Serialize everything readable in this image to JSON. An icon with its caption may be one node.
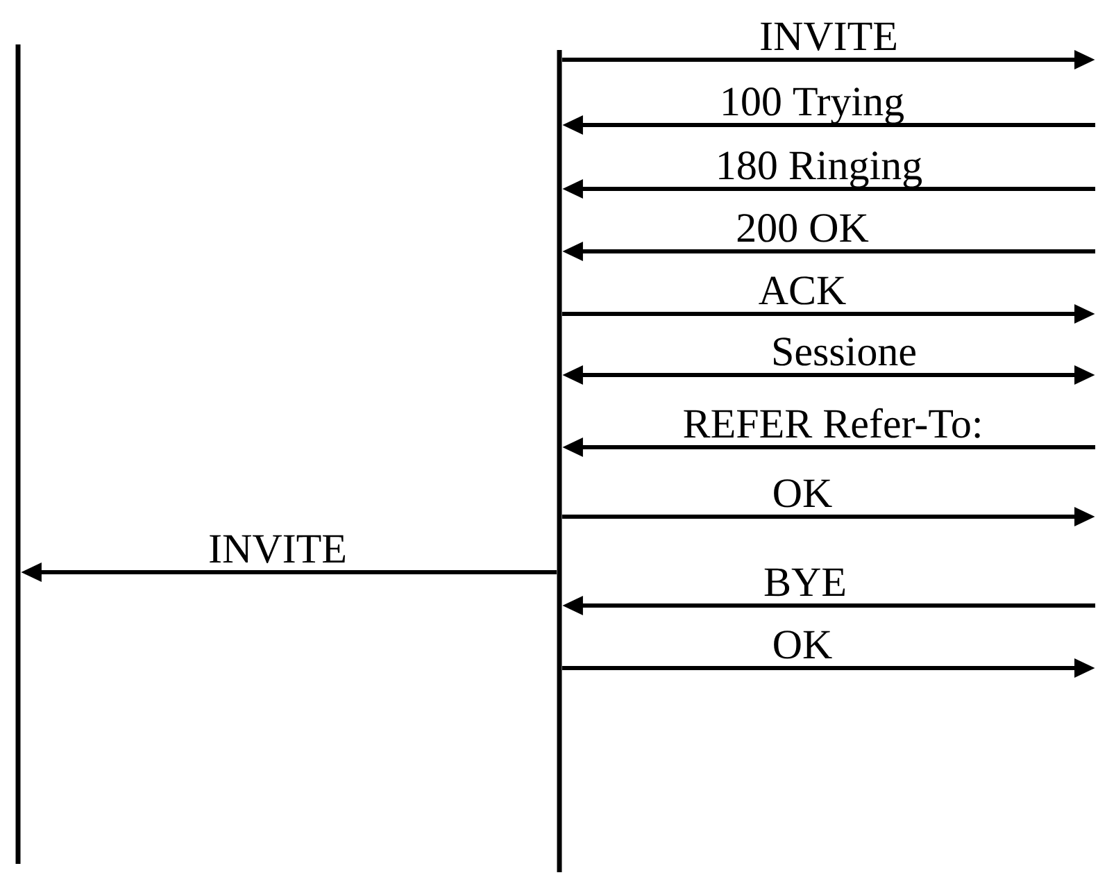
{
  "diagram": {
    "nodes": [
      {
        "text": [],
        "shape": "bar"
      },
      {
        "text": [],
        "shape": "bar"
      }
    ],
    "edges": [
      {
        "from": 1,
        "to": null,
        "arrow": "to",
        "label": "INVITE"
      },
      {
        "from": null,
        "to": 1,
        "arrow": "to",
        "label": "100 Trying"
      },
      {
        "from": null,
        "to": 1,
        "arrow": "to",
        "label": "180 Ringing"
      },
      {
        "from": null,
        "to": 1,
        "arrow": "to",
        "label": "200 OK"
      },
      {
        "from": 1,
        "to": null,
        "arrow": "to",
        "label": "ACK"
      },
      {
        "from": 1,
        "to": null,
        "arrow": "both",
        "label": "Sessione"
      },
      {
        "from": null,
        "to": 1,
        "arrow": "to",
        "label": "REFER Refer-To:"
      },
      {
        "from": 1,
        "to": null,
        "arrow": "to",
        "label": "OK"
      },
      {
        "from": 1,
        "to": 0,
        "arrow": "to",
        "label": "INVITE"
      },
      {
        "from": null,
        "to": 1,
        "arrow": "to",
        "label": "BYE"
      },
      {
        "from": 1,
        "to": null,
        "arrow": "to",
        "label": "OK"
      }
    ]
  }
}
